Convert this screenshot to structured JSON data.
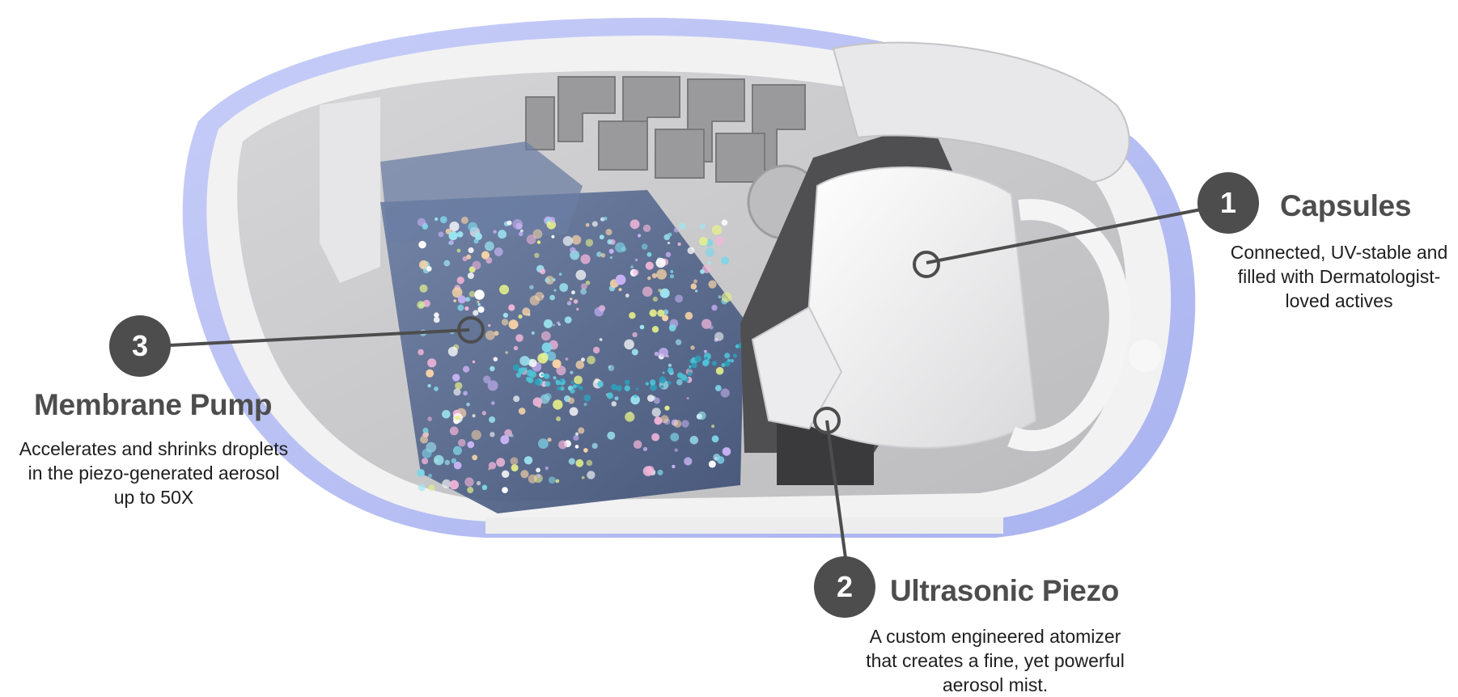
{
  "colors": {
    "callout": "#4d4d4d",
    "shell_outer": "#b9c1f4",
    "shell_inner": "#f2f2f3",
    "text": "#1e1e1e"
  },
  "callouts": [
    {
      "number": "1",
      "title": "Capsules",
      "description": "Connected, UV-stable and\nfilled with Dermatologist-\nloved actives"
    },
    {
      "number": "2",
      "title": "Ultrasonic Piezo",
      "description": "A custom engineered atomizer\nthat creates a fine, yet powerful\naerosol mist."
    },
    {
      "number": "3",
      "title": "Membrane Pump",
      "description": "Accelerates and shrinks droplets\nin the piezo-generated aerosol\nup to 50X"
    }
  ]
}
